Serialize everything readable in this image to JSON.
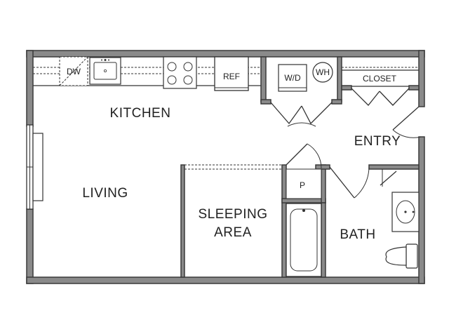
{
  "rooms": {
    "kitchen": "KITCHEN",
    "living": "LIVING",
    "entry": "ENTRY",
    "sleeping_line1": "SLEEPING",
    "sleeping_line2": "AREA",
    "bath": "BATH"
  },
  "fixtures": {
    "dishwasher": "DW",
    "refrigerator": "REF",
    "washer_dryer": "W/D",
    "water_heater": "WH",
    "closet": "CLOSET",
    "pantry": "P"
  },
  "colors": {
    "wall_fill": "#8a8a8a",
    "wall_stroke": "#3a3a3a",
    "line": "#333333",
    "background": "#ffffff"
  }
}
